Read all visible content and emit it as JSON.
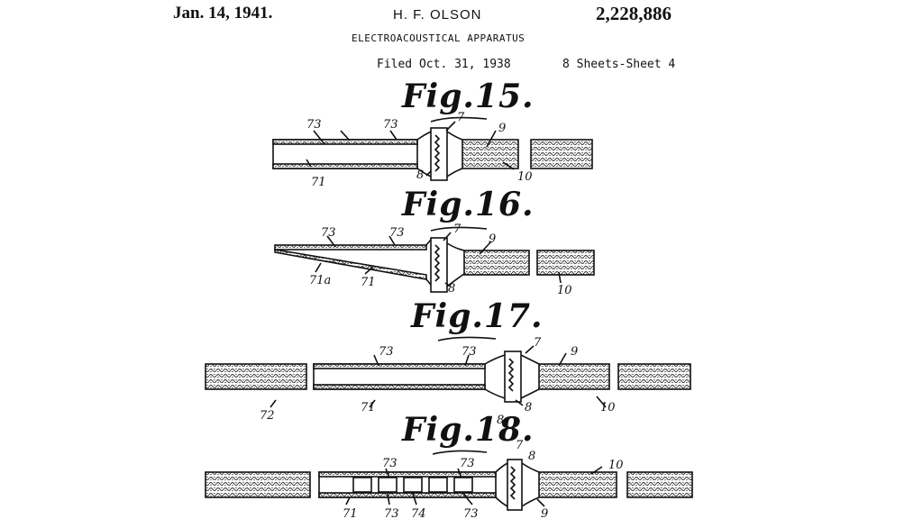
{
  "header": {
    "date": "Jan. 14, 1941.",
    "inventor": "H. F. OLSON",
    "patent_number": "2,228,886",
    "subject": "ELECTROACOUSTICAL APPARATUS",
    "filed": "Filed Oct. 31, 1938",
    "sheets": "8 Sheets-Sheet 4"
  },
  "figures": {
    "fig15": {
      "title": "Fig.15.",
      "labels": [
        "73",
        "73",
        "7",
        "9",
        "8",
        "71",
        "10"
      ]
    },
    "fig16": {
      "title": "Fig.16.",
      "labels": [
        "73",
        "73",
        "7",
        "9",
        "71a",
        "71",
        "8",
        "10"
      ]
    },
    "fig17": {
      "title": "Fig.17.",
      "labels": [
        "73",
        "73",
        "7",
        "9",
        "72",
        "71",
        "8",
        "10"
      ]
    },
    "fig18": {
      "title": "Fig.18.",
      "labels": [
        "8",
        "7",
        "8",
        "10",
        "73",
        "73",
        "71",
        "73",
        "74",
        "73",
        "9"
      ]
    }
  }
}
